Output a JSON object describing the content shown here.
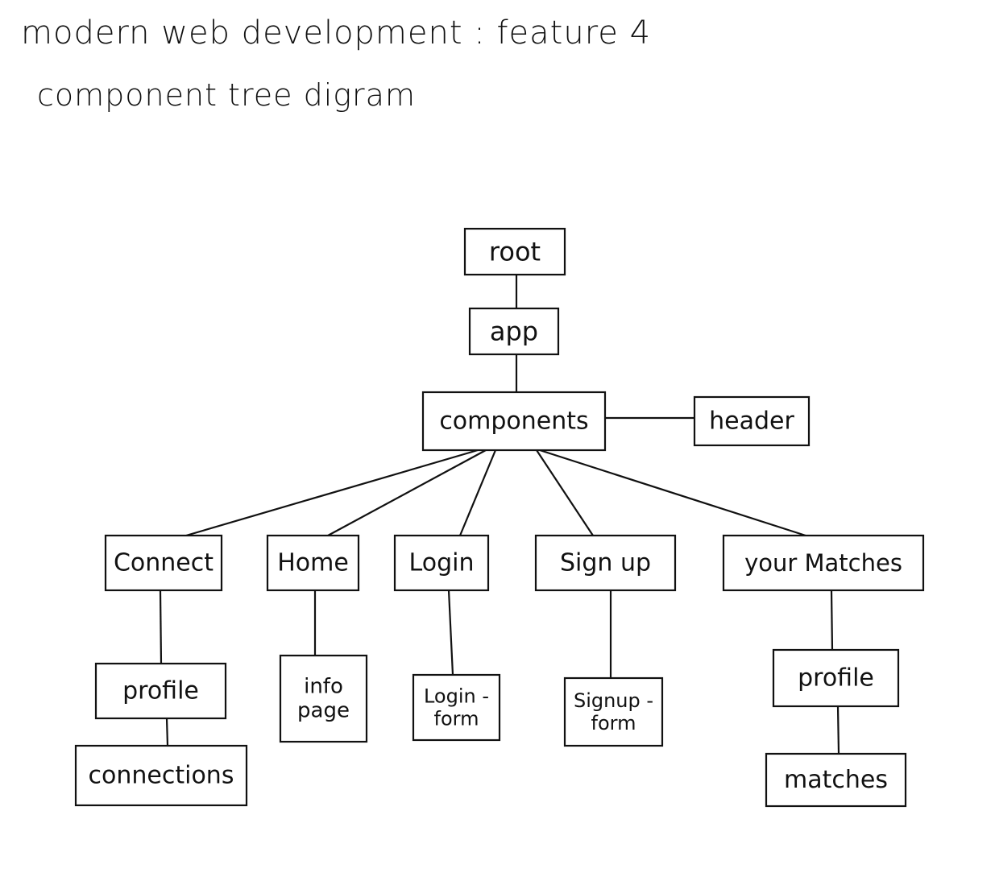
{
  "header": {
    "title": "modern web development : feature 4",
    "subtitle": "component tree digram"
  },
  "nodes": [
    {
      "id": "root",
      "lines": [
        "root"
      ]
    },
    {
      "id": "app",
      "lines": [
        "app"
      ]
    },
    {
      "id": "components",
      "lines": [
        "components"
      ]
    },
    {
      "id": "header",
      "lines": [
        "header"
      ]
    },
    {
      "id": "connect",
      "lines": [
        "Connect"
      ]
    },
    {
      "id": "home",
      "lines": [
        "Home"
      ]
    },
    {
      "id": "login",
      "lines": [
        "Login"
      ]
    },
    {
      "id": "signup",
      "lines": [
        "Sign up"
      ]
    },
    {
      "id": "your-matches",
      "lines": [
        "your Matches"
      ]
    },
    {
      "id": "profile-connect",
      "lines": [
        "profile"
      ]
    },
    {
      "id": "connections",
      "lines": [
        "connections"
      ]
    },
    {
      "id": "info-page",
      "lines": [
        "info",
        "page"
      ]
    },
    {
      "id": "login-form",
      "lines": [
        "Login -",
        "form"
      ]
    },
    {
      "id": "signup-form",
      "lines": [
        "Signup -",
        "form"
      ]
    },
    {
      "id": "profile-matches",
      "lines": [
        "profile"
      ]
    },
    {
      "id": "matches",
      "lines": [
        "matches"
      ]
    }
  ],
  "edges": [
    {
      "from": "root",
      "to": "app"
    },
    {
      "from": "app",
      "to": "components"
    },
    {
      "from": "components",
      "to": "header"
    },
    {
      "from": "components",
      "to": "connect"
    },
    {
      "from": "components",
      "to": "home"
    },
    {
      "from": "components",
      "to": "login"
    },
    {
      "from": "components",
      "to": "signup"
    },
    {
      "from": "components",
      "to": "your-matches"
    },
    {
      "from": "connect",
      "to": "profile-connect"
    },
    {
      "from": "profile-connect",
      "to": "connections"
    },
    {
      "from": "home",
      "to": "info-page"
    },
    {
      "from": "login",
      "to": "login-form"
    },
    {
      "from": "signup",
      "to": "signup-form"
    },
    {
      "from": "your-matches",
      "to": "profile-matches"
    },
    {
      "from": "profile-matches",
      "to": "matches"
    }
  ]
}
